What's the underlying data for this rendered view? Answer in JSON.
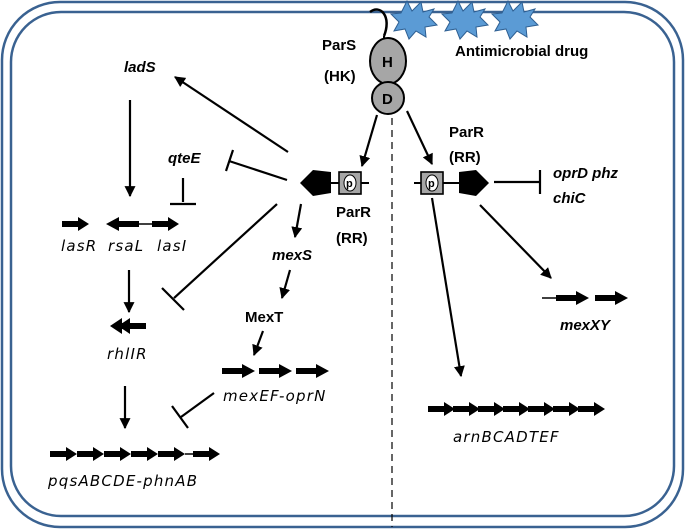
{
  "labels": {
    "antimicrobial_drug": "Antimicrobial drug",
    "pars_name": "ParS",
    "pars_role": "(HK)",
    "hk_domain_h": "H",
    "hk_domain_d": "D",
    "parr_left_name": "ParR",
    "parr_left_role": "(RR)",
    "parr_right_name": "ParR",
    "parr_right_role": "(RR)",
    "phospho_left": "p",
    "phospho_right": "p",
    "lads": "ladS",
    "qtee": "qteE",
    "mexs": "mexS",
    "mext": "MexT",
    "oprd_line1": "oprD phz",
    "oprd_line2": "chiC",
    "mexxy": "mexXY",
    "lasr": "lasR",
    "rsal": "rsaL",
    "lasi": "lasI",
    "rhlir": "rhlIR",
    "mexef": "mexEF-oprN",
    "pqs": "pqsABCDE-phnAB",
    "arn": "arnBCADTEF"
  },
  "colors": {
    "membrane": "#3a6291",
    "drug_star": "#5b9bd5",
    "drug_star_stroke": "#2e5f92",
    "hk_domain": "#a6a6a6",
    "rr_box": "#a6a6a6"
  }
}
